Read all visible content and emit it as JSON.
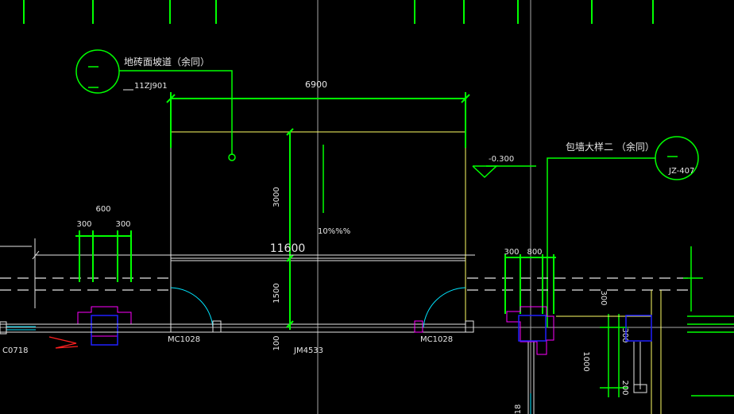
{
  "colors": {
    "background": "#000000",
    "green": "#00ff00",
    "yellow": "#ffff66",
    "white": "#e6e6e6",
    "grey": "#b4b4b4",
    "cyan": "#00e5ff",
    "magenta": "#ff00ff",
    "blue": "#2020ff",
    "red": "#ff2020"
  },
  "labels": {
    "callout_left_text": "地砖面坡道（余同）",
    "callout_left_ref": "11ZJ901",
    "dim_top": "6900",
    "level_mark": "-0.300",
    "callout_right_text": "包墙大样二 （余同）",
    "callout_right_ref": "JZ-407",
    "dim_600": "600",
    "dim_300_a": "300",
    "dim_300_b": "300",
    "dim_3000": "3000",
    "slope_text": "10%%%",
    "dim_11600": "11600",
    "dim_300_c": "300",
    "dim_800": "800",
    "dim_1500": "1500",
    "dim_300_v1": "300",
    "dim_300_v2": "300",
    "dim_1000": "1000",
    "dim_200": "200",
    "dim_100": "100",
    "dim_18": "18",
    "window_left": "C0718",
    "door_left": "MC1028",
    "door_center": "JM4533",
    "door_right": "MC1028"
  }
}
